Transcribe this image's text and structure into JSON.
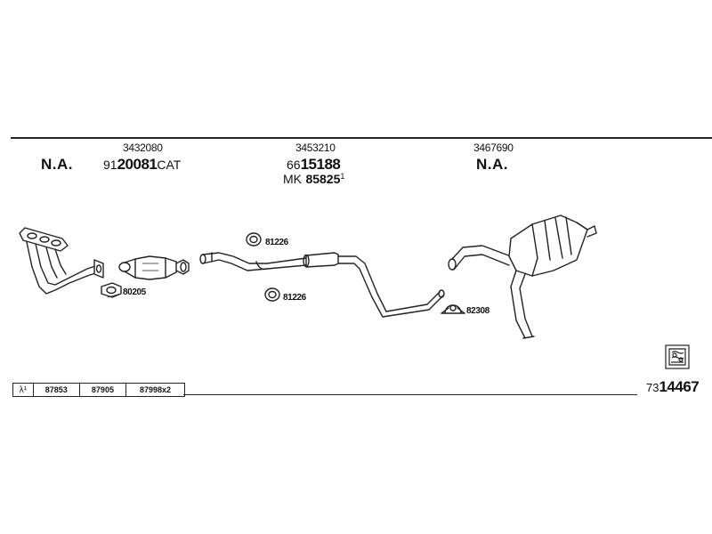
{
  "columns": [
    {
      "number": "3432080",
      "status": "N.A.",
      "code_prefix": "91",
      "code_main": "20081",
      "code_suffix": "CAT"
    },
    {
      "number": "3453210",
      "code_prefix": "66",
      "code_main": "15188",
      "extra_prefix": "MK",
      "extra_code": "85825",
      "extra_sup": "1"
    },
    {
      "number": "3467690",
      "status": "N.A."
    }
  ],
  "part_labels": {
    "gasket_front": "80205",
    "ring_top": "81226",
    "ring_bottom": "81226",
    "clamp": "82308"
  },
  "table": {
    "symbol": "λ¹",
    "cells": [
      "87853",
      "87905",
      "87998x2"
    ]
  },
  "doc": {
    "prefix": "73",
    "number": "14467"
  },
  "icons": [
    "manual-book-icon"
  ]
}
